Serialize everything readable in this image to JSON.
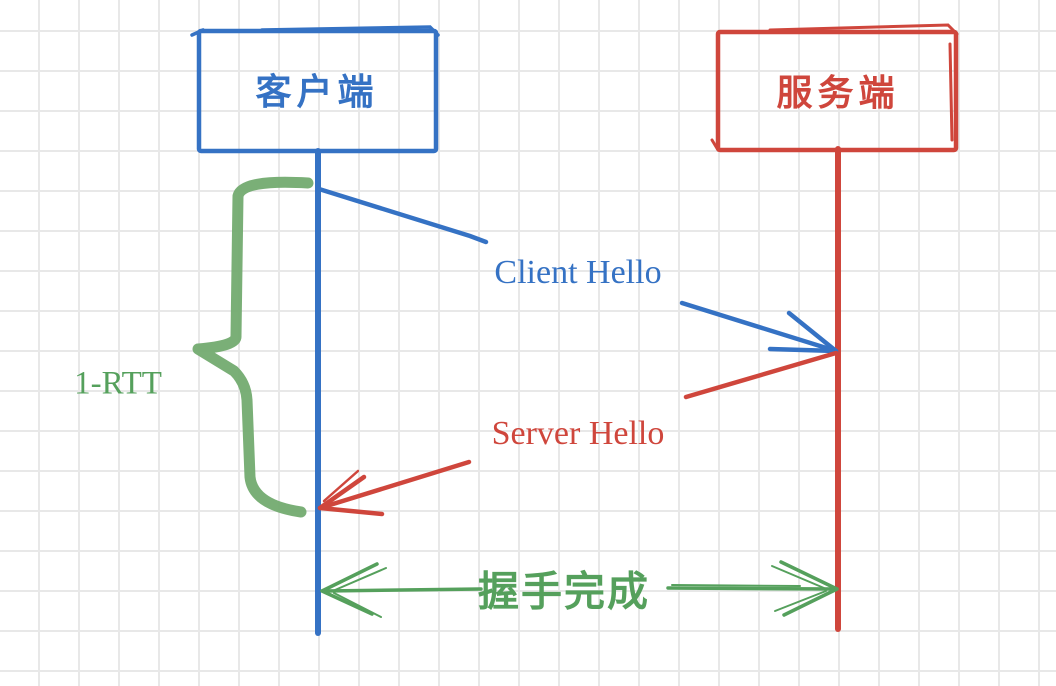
{
  "canvas": {
    "background": "#ffffff",
    "grid_color": "#e8e8e8",
    "grid_size": 40
  },
  "palette": {
    "blue": "#3572c4",
    "red": "#cf463c",
    "green": "#55a05c",
    "brace_green": "#73ab70"
  },
  "actors": {
    "client": {
      "label": "客户端",
      "color": "#3572c4"
    },
    "server": {
      "label": "服务端",
      "color": "#cf463c"
    }
  },
  "messages": {
    "client_hello": {
      "label": "Client Hello",
      "from": "客户端",
      "to": "服务端",
      "color": "#3572c4"
    },
    "server_hello": {
      "label": "Server Hello",
      "from": "服务端",
      "to": "客户端",
      "color": "#cf463c"
    }
  },
  "annotations": {
    "rtt": {
      "label": "1-RTT",
      "color": "#55a05c"
    },
    "handshake_done": {
      "label": "握手完成",
      "color": "#55a05c"
    }
  }
}
